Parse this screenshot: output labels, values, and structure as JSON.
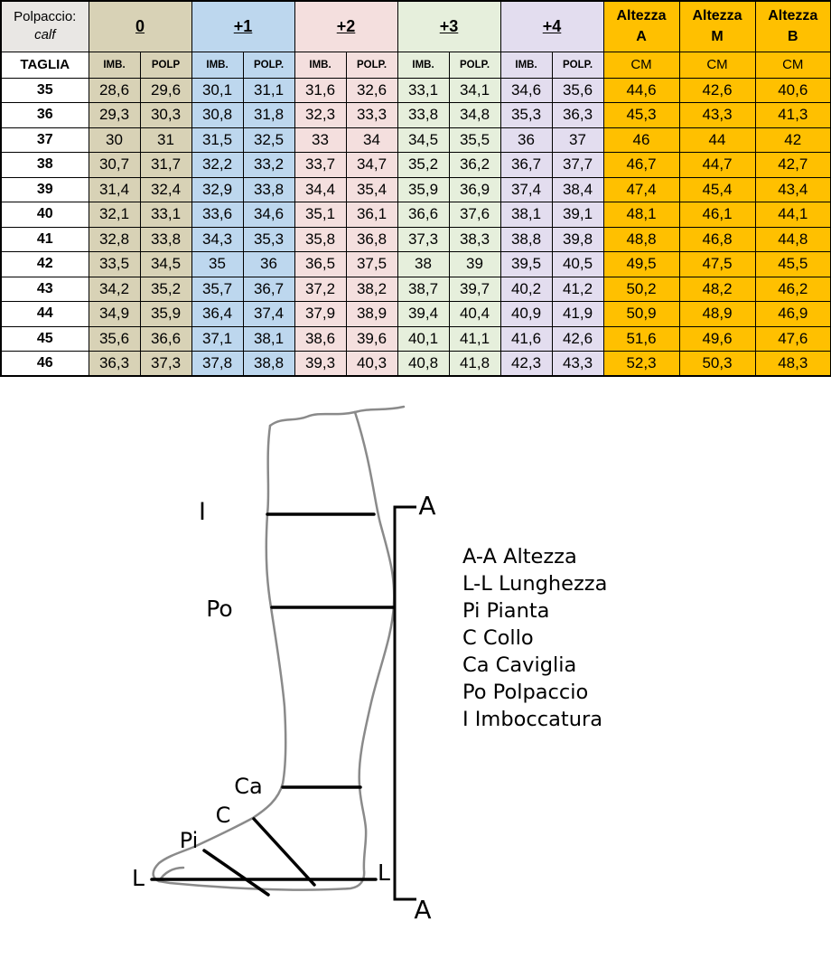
{
  "table": {
    "corner": {
      "line1": "Polpaccio:",
      "line2": "calf"
    },
    "size_header": "TAGLIA",
    "altezza_color": "#ffc000",
    "groups": [
      {
        "label": "0",
        "color": "#d8d2b6",
        "sub": [
          "IMB.",
          "POLP"
        ]
      },
      {
        "label": "+1",
        "color": "#bdd7ee",
        "sub": [
          "IMB.",
          "POLP."
        ]
      },
      {
        "label": "+2",
        "color": "#f4dfde",
        "sub": [
          "IMB.",
          "POLP."
        ]
      },
      {
        "label": "+3",
        "color": "#e6efdc",
        "sub": [
          "IMB.",
          "POLP."
        ]
      },
      {
        "label": "+4",
        "color": "#e3ddef",
        "sub": [
          "IMB.",
          "POLP."
        ]
      }
    ],
    "altezza": [
      {
        "line1": "Altezza",
        "line2": "A",
        "unit": "CM"
      },
      {
        "line1": "Altezza",
        "line2": "M",
        "unit": "CM"
      },
      {
        "line1": "Altezza",
        "line2": "B",
        "unit": "CM"
      }
    ],
    "rows": [
      {
        "size": "35",
        "values": [
          "28,6",
          "29,6",
          "30,1",
          "31,1",
          "31,6",
          "32,6",
          "33,1",
          "34,1",
          "34,6",
          "35,6"
        ],
        "altezza": [
          "44,6",
          "42,6",
          "40,6"
        ]
      },
      {
        "size": "36",
        "values": [
          "29,3",
          "30,3",
          "30,8",
          "31,8",
          "32,3",
          "33,3",
          "33,8",
          "34,8",
          "35,3",
          "36,3"
        ],
        "altezza": [
          "45,3",
          "43,3",
          "41,3"
        ]
      },
      {
        "size": "37",
        "values": [
          "30",
          "31",
          "31,5",
          "32,5",
          "33",
          "34",
          "34,5",
          "35,5",
          "36",
          "37"
        ],
        "altezza": [
          "46",
          "44",
          "42"
        ]
      },
      {
        "size": "38",
        "values": [
          "30,7",
          "31,7",
          "32,2",
          "33,2",
          "33,7",
          "34,7",
          "35,2",
          "36,2",
          "36,7",
          "37,7"
        ],
        "altezza": [
          "46,7",
          "44,7",
          "42,7"
        ]
      },
      {
        "size": "39",
        "values": [
          "31,4",
          "32,4",
          "32,9",
          "33,8",
          "34,4",
          "35,4",
          "35,9",
          "36,9",
          "37,4",
          "38,4"
        ],
        "altezza": [
          "47,4",
          "45,4",
          "43,4"
        ]
      },
      {
        "size": "40",
        "values": [
          "32,1",
          "33,1",
          "33,6",
          "34,6",
          "35,1",
          "36,1",
          "36,6",
          "37,6",
          "38,1",
          "39,1"
        ],
        "altezza": [
          "48,1",
          "46,1",
          "44,1"
        ]
      },
      {
        "size": "41",
        "values": [
          "32,8",
          "33,8",
          "34,3",
          "35,3",
          "35,8",
          "36,8",
          "37,3",
          "38,3",
          "38,8",
          "39,8"
        ],
        "altezza": [
          "48,8",
          "46,8",
          "44,8"
        ]
      },
      {
        "size": "42",
        "values": [
          "33,5",
          "34,5",
          "35",
          "36",
          "36,5",
          "37,5",
          "38",
          "39",
          "39,5",
          "40,5"
        ],
        "altezza": [
          "49,5",
          "47,5",
          "45,5"
        ]
      },
      {
        "size": "43",
        "values": [
          "34,2",
          "35,2",
          "35,7",
          "36,7",
          "37,2",
          "38,2",
          "38,7",
          "39,7",
          "40,2",
          "41,2"
        ],
        "altezza": [
          "50,2",
          "48,2",
          "46,2"
        ]
      },
      {
        "size": "44",
        "values": [
          "34,9",
          "35,9",
          "36,4",
          "37,4",
          "37,9",
          "38,9",
          "39,4",
          "40,4",
          "40,9",
          "41,9"
        ],
        "altezza": [
          "50,9",
          "48,9",
          "46,9"
        ]
      },
      {
        "size": "45",
        "values": [
          "35,6",
          "36,6",
          "37,1",
          "38,1",
          "38,6",
          "39,6",
          "40,1",
          "41,1",
          "41,6",
          "42,6"
        ],
        "altezza": [
          "51,6",
          "49,6",
          "47,6"
        ]
      },
      {
        "size": "46",
        "values": [
          "36,3",
          "37,3",
          "37,8",
          "38,8",
          "39,3",
          "40,3",
          "40,8",
          "41,8",
          "42,3",
          "43,3"
        ],
        "altezza": [
          "52,3",
          "50,3",
          "48,3"
        ]
      }
    ]
  },
  "diagram": {
    "labels": {
      "i": "I",
      "po": "Po",
      "ca": "Ca",
      "c": "C",
      "pi": "Pi",
      "l_left": "L",
      "l_right": "L",
      "a_top": "A",
      "a_bottom": "A"
    }
  },
  "legend": {
    "items": [
      "A-A Altezza",
      "L-L Lunghezza",
      "Pi Pianta",
      "C Collo",
      "Ca Caviglia",
      "Po Polpaccio",
      "I Imboccatura"
    ]
  }
}
